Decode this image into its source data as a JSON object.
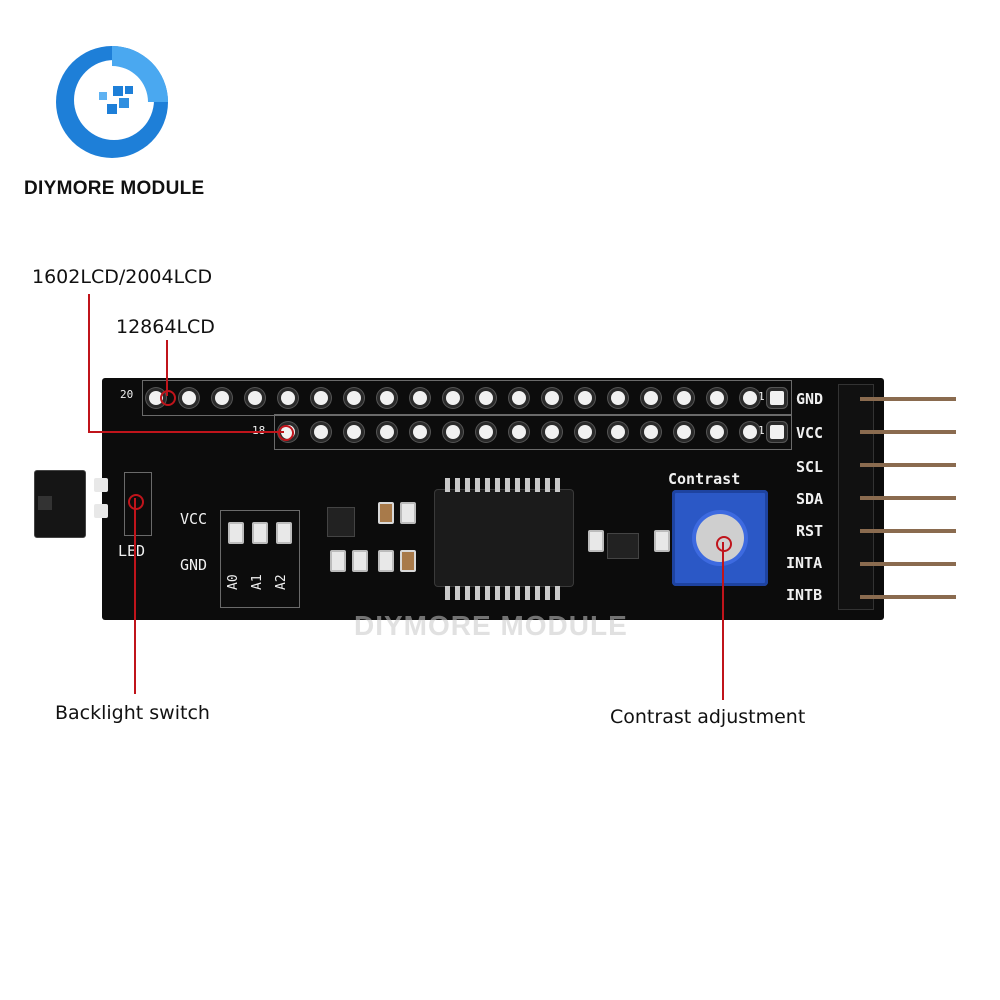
{
  "brand": {
    "name": "DIYMORE MODULE",
    "watermark": "DIYMORE MODULE",
    "accent": "#1e7fd8"
  },
  "callouts": {
    "lcd_1602_2004": "1602LCD/2004LCD",
    "lcd_12864": "12864LCD",
    "backlight": "Backlight switch",
    "contrast": "Contrast adjustment",
    "lead_color": "#c0141b"
  },
  "board": {
    "top_row_start": "20",
    "bottom_row_start": "18",
    "row_end": "1",
    "pin_labels": [
      "GND",
      "VCC",
      "SCL",
      "SDA",
      "RST",
      "INTA",
      "INTB"
    ],
    "power_labels": [
      "VCC",
      "GND"
    ],
    "address_labels": [
      "A0",
      "A1",
      "A2"
    ],
    "led_label": "LED",
    "contrast_label": "Contrast"
  }
}
